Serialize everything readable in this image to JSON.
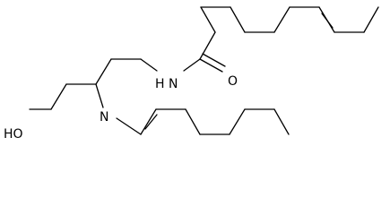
{
  "molecule": {
    "atoms": {
      "amide_nh": "H N",
      "carbonyl_o": "O",
      "amine_n": "N",
      "hydroxyl": "HO"
    }
  },
  "colors": {
    "bond": "#000000",
    "background": "#ffffff"
  }
}
